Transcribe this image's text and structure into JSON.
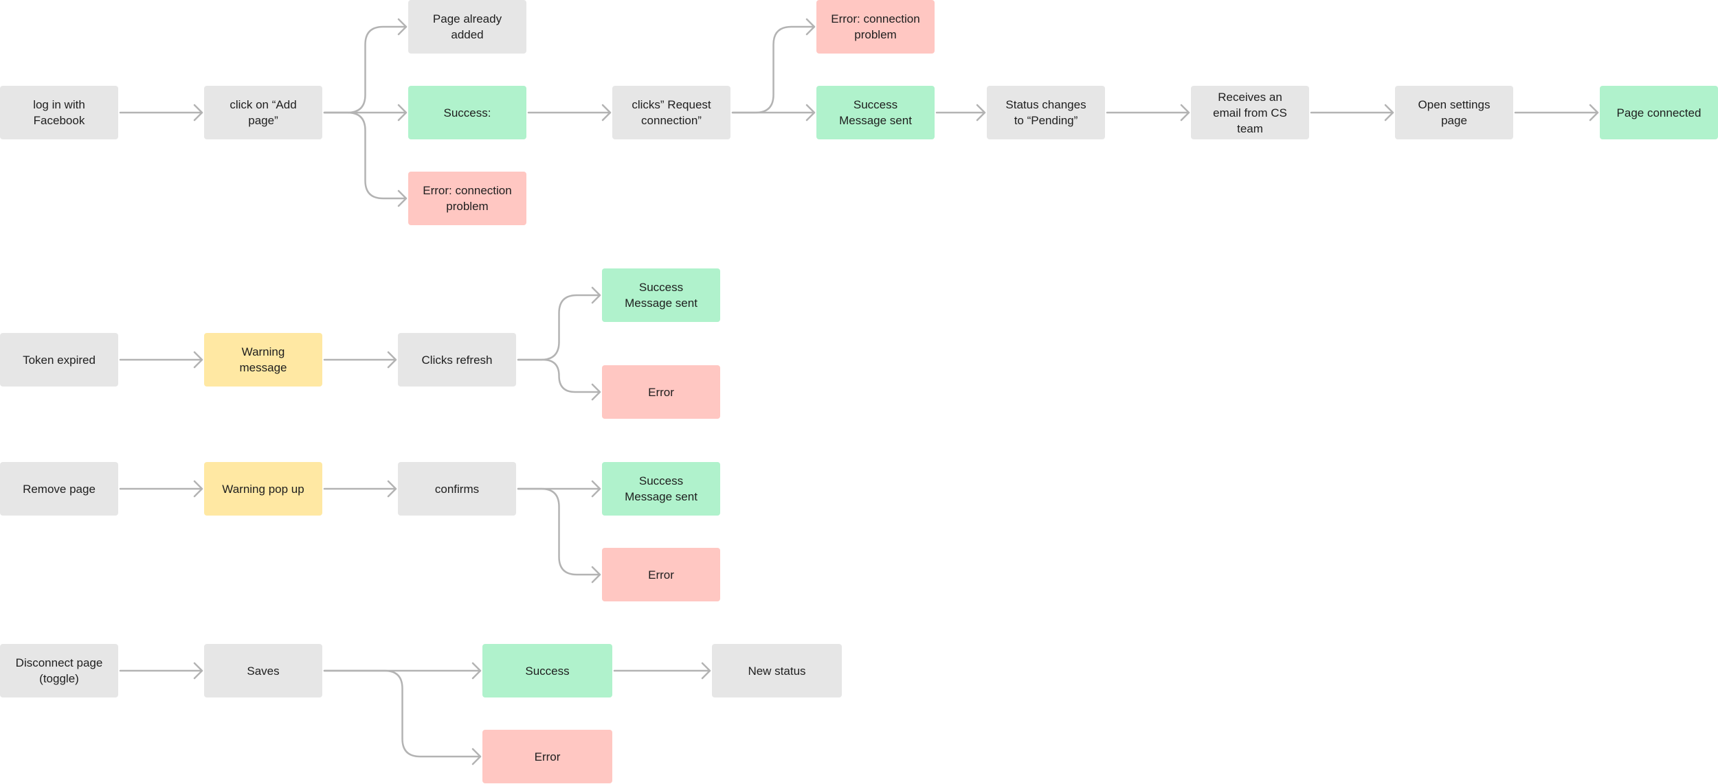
{
  "colors": {
    "neutral": "#e6e6e6",
    "success": "#b0f2cc",
    "error": "#ffc7c2",
    "warning": "#ffe8a3",
    "connector": "#b3b3b3"
  },
  "flows": [
    {
      "id": "connect-page",
      "nodes": [
        {
          "id": "f1-login",
          "label": "log in with Facebook",
          "status": "neutral"
        },
        {
          "id": "f1-click-add",
          "label": "click on “Add page”",
          "status": "neutral"
        },
        {
          "id": "f1-already-added",
          "label": "Page already added",
          "status": "neutral"
        },
        {
          "id": "f1-success",
          "label": "Success:",
          "status": "success"
        },
        {
          "id": "f1-error",
          "label": "Error: connection problem",
          "status": "error"
        },
        {
          "id": "f1-request",
          "label": "clicks” Request connection”",
          "status": "neutral"
        },
        {
          "id": "f1-request-error",
          "label": "Error: connection problem",
          "status": "error"
        },
        {
          "id": "f1-message-sent",
          "label": "Success Message sent",
          "status": "success"
        },
        {
          "id": "f1-pending",
          "label": "Status changes to “Pending”",
          "status": "neutral"
        },
        {
          "id": "f1-email",
          "label": "Receives an email from CS team",
          "status": "neutral"
        },
        {
          "id": "f1-settings",
          "label": "Open settings page",
          "status": "neutral"
        },
        {
          "id": "f1-connected",
          "label": "Page connected",
          "status": "success"
        }
      ]
    },
    {
      "id": "token-expired",
      "nodes": [
        {
          "id": "f2-token",
          "label": "Token expired",
          "status": "neutral"
        },
        {
          "id": "f2-warning",
          "label": "Warning message",
          "status": "warning"
        },
        {
          "id": "f2-refresh",
          "label": "Clicks refresh",
          "status": "neutral"
        },
        {
          "id": "f2-success",
          "label": "Success Message sent",
          "status": "success"
        },
        {
          "id": "f2-error",
          "label": "Error",
          "status": "error"
        }
      ]
    },
    {
      "id": "remove-page",
      "nodes": [
        {
          "id": "f3-remove",
          "label": "Remove page",
          "status": "neutral"
        },
        {
          "id": "f3-warning",
          "label": "Warning pop up",
          "status": "warning"
        },
        {
          "id": "f3-confirms",
          "label": "confirms",
          "status": "neutral"
        },
        {
          "id": "f3-success",
          "label": "Success Message sent",
          "status": "success"
        },
        {
          "id": "f3-error",
          "label": "Error",
          "status": "error"
        }
      ]
    },
    {
      "id": "disconnect-page",
      "nodes": [
        {
          "id": "f4-disconnect",
          "label": "Disconnect page\n(toggle)",
          "status": "neutral"
        },
        {
          "id": "f4-saves",
          "label": "Saves",
          "status": "neutral"
        },
        {
          "id": "f4-success",
          "label": "Success",
          "status": "success"
        },
        {
          "id": "f4-status",
          "label": "New status",
          "status": "neutral"
        },
        {
          "id": "f4-error",
          "label": "Error",
          "status": "error"
        }
      ]
    }
  ],
  "edges": [
    [
      "f1-login",
      "f1-click-add"
    ],
    [
      "f1-click-add",
      "f1-already-added"
    ],
    [
      "f1-click-add",
      "f1-success"
    ],
    [
      "f1-click-add",
      "f1-error"
    ],
    [
      "f1-success",
      "f1-request"
    ],
    [
      "f1-request",
      "f1-request-error"
    ],
    [
      "f1-request",
      "f1-message-sent"
    ],
    [
      "f1-message-sent",
      "f1-pending"
    ],
    [
      "f1-pending",
      "f1-email"
    ],
    [
      "f1-email",
      "f1-settings"
    ],
    [
      "f1-settings",
      "f1-connected"
    ],
    [
      "f2-token",
      "f2-warning"
    ],
    [
      "f2-warning",
      "f2-refresh"
    ],
    [
      "f2-refresh",
      "f2-success"
    ],
    [
      "f2-refresh",
      "f2-error"
    ],
    [
      "f3-remove",
      "f3-warning"
    ],
    [
      "f3-warning",
      "f3-confirms"
    ],
    [
      "f3-confirms",
      "f3-success"
    ],
    [
      "f3-confirms",
      "f3-error"
    ],
    [
      "f4-disconnect",
      "f4-saves"
    ],
    [
      "f4-saves",
      "f4-success"
    ],
    [
      "f4-success",
      "f4-status"
    ],
    [
      "f4-saves",
      "f4-error"
    ]
  ]
}
